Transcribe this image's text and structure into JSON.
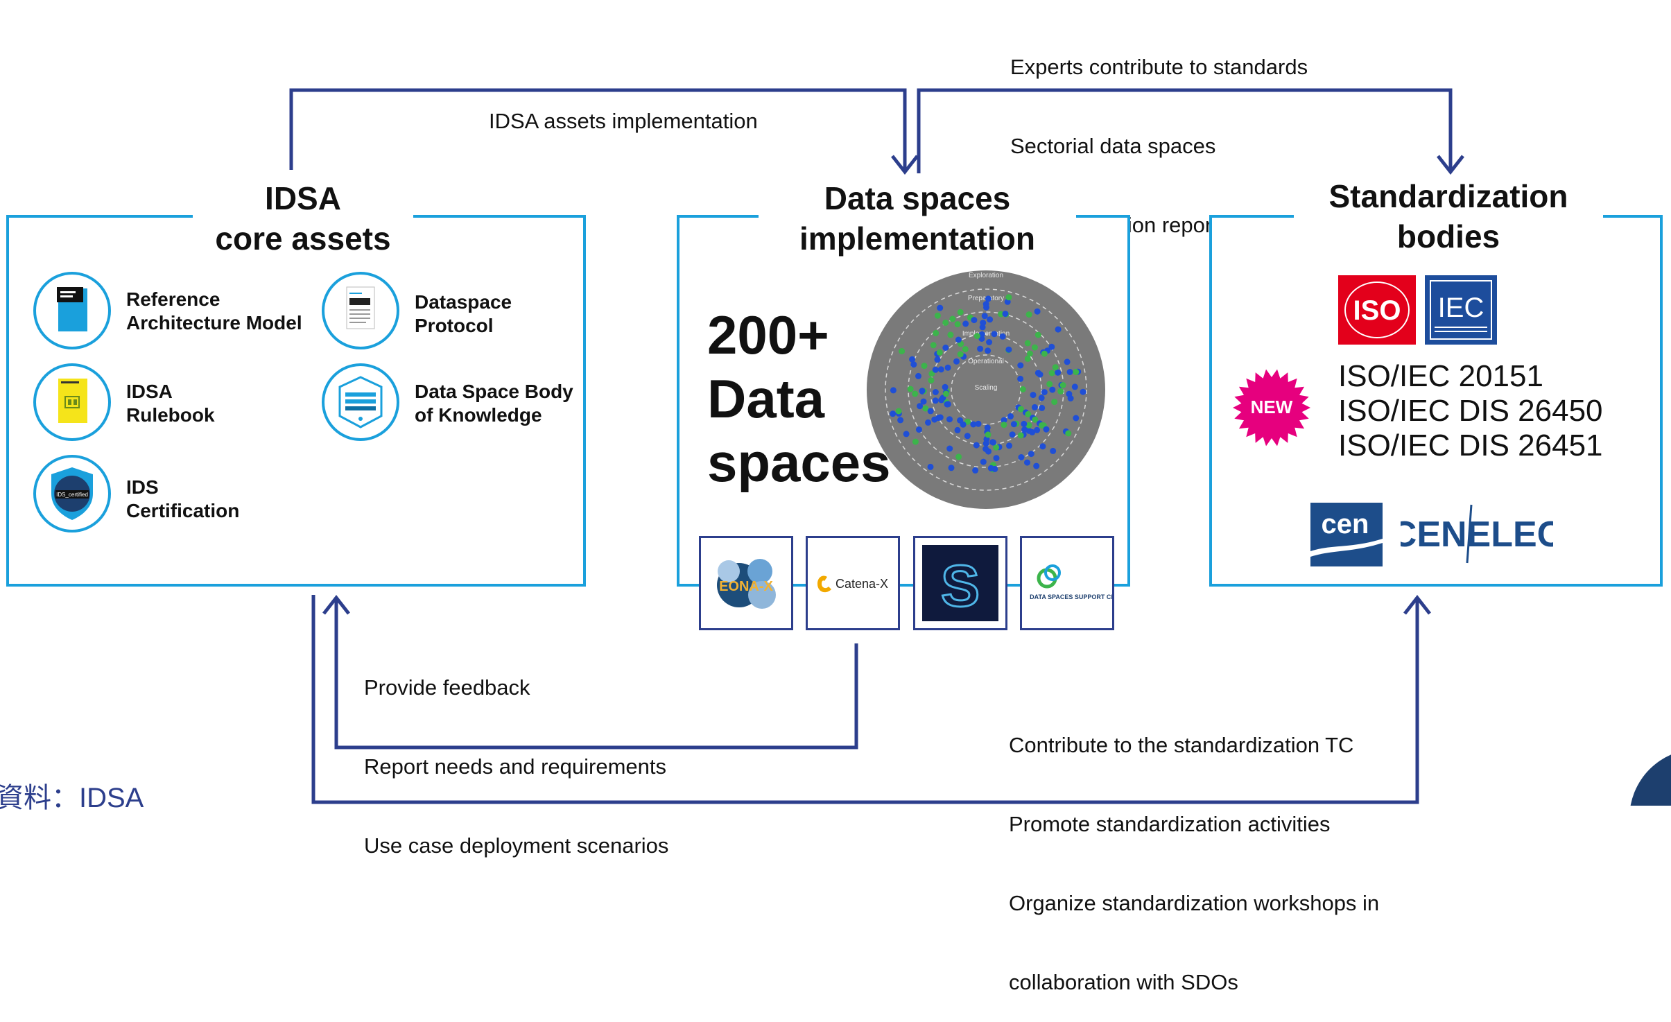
{
  "flows": {
    "top_left": "IDSA assets implementation",
    "top_right": [
      "Experts contribute to standards",
      "Sectorial data spaces",
      "implementation reports"
    ],
    "bottom_left": [
      "Provide feedback",
      "Report needs and requirements",
      "Use case deployment scenarios"
    ],
    "bottom_right": [
      "Contribute to the standardization TC",
      "Promote standardization activities",
      "Organize standardization workshops in",
      "collaboration with SDOs"
    ]
  },
  "boxes": {
    "idsa": {
      "title_line1": "IDSA",
      "title_line2": "core assets",
      "assets": [
        {
          "label1": "Reference",
          "label2": "Architecture Model",
          "icon": "reference-architecture-doc-icon"
        },
        {
          "label1": "Dataspace",
          "label2": "Protocol",
          "icon": "protocol-doc-icon"
        },
        {
          "label1": "IDSA",
          "label2": "Rulebook",
          "icon": "rulebook-doc-icon"
        },
        {
          "label1": "Data Space Body",
          "label2": "of Knowledge",
          "icon": "body-of-knowledge-badge-icon"
        },
        {
          "label1": "IDS",
          "label2": "Certification",
          "icon": "certified-shield-icon"
        }
      ],
      "rulebook_logo_text": "IDS_certified"
    },
    "implementation": {
      "title_line1": "Data spaces",
      "title_line2": "implementation",
      "count_line1": "200+",
      "count_line2": "Data",
      "count_line3": "spaces",
      "radar_rings": [
        "Exploration",
        "Preparatory",
        "Implementation",
        "Operational",
        "Scaling"
      ],
      "logos": [
        "EONA-X",
        "Catena-X",
        "S",
        "DATA SPACES SUPPORT CENTRE"
      ]
    },
    "standards": {
      "title_line1": "Standardization",
      "title_line2": "bodies",
      "iso_text": "ISO",
      "iec_text": "IEC",
      "new_badge": "NEW",
      "standards": [
        "ISO/IEC 20151",
        "ISO/IEC DIS 26450",
        "ISO/IEC DIS 26451"
      ],
      "cen_text": "cen",
      "cenelec_text": "CENELEC"
    }
  },
  "source": "資料：IDSA",
  "colors": {
    "box_border": "#1aa0dc",
    "arrow": "#2c3e8c",
    "radar_bg": "#7a7a7a",
    "dot_blue": "#1f4fd6",
    "dot_green": "#3cb44b",
    "iso_red": "#e3001b",
    "iec_blue": "#1d4d9c",
    "new_magenta": "#e6007e"
  }
}
